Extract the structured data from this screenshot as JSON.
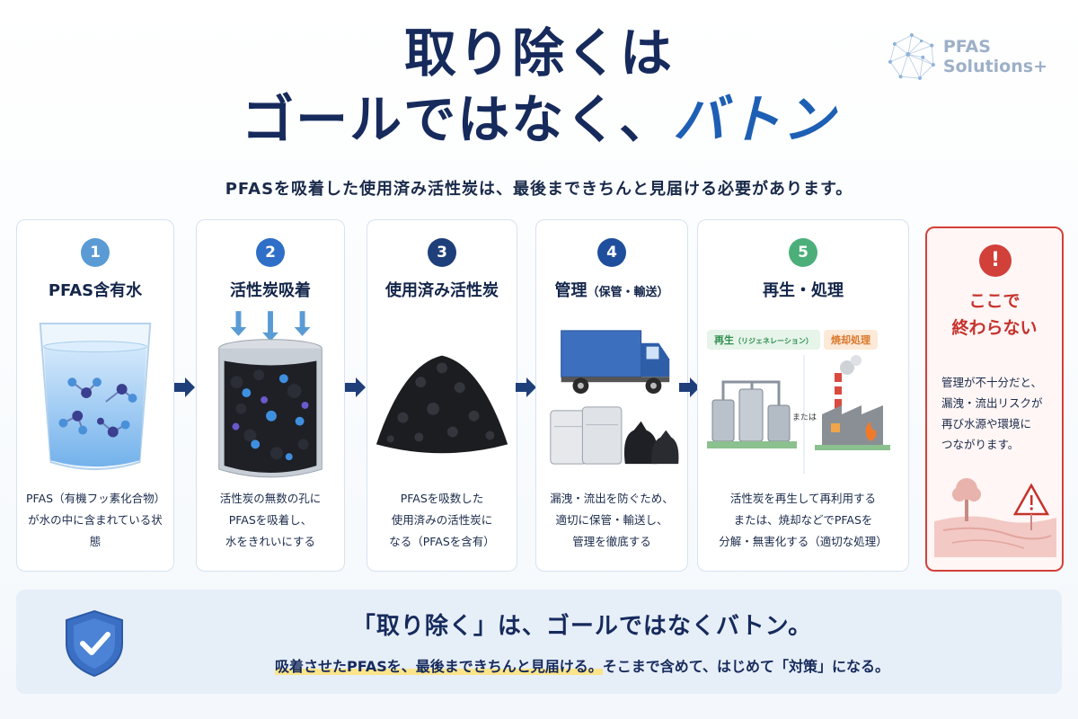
{
  "logo": {
    "line1": "PFAS",
    "line2": "Solutions+"
  },
  "title": {
    "line1": "取り除くは",
    "line2_main": "ゴールではなく、",
    "line2_accent": "バトン"
  },
  "subtitle": "PFASを吸着した使用済み活性炭は、最後まできちんと見届ける必要があります。",
  "steps": [
    {
      "number": "1",
      "title": "PFAS含有水",
      "color": "#5b9bd5",
      "desc": [
        "PFAS（有機フッ素化合物）",
        "が水の中に含まれている状態"
      ]
    },
    {
      "number": "2",
      "title": "活性炭吸着",
      "color": "#2f6fc7",
      "desc": [
        "活性炭の無数の孔に",
        "PFASを吸着し、",
        "水をきれいにする"
      ]
    },
    {
      "number": "3",
      "title": "使用済み活性炭",
      "color": "#1f3f7a",
      "desc": [
        "PFASを吸数した",
        "使用済みの活性炭に",
        "なる（PFASを含有）"
      ]
    },
    {
      "number": "4",
      "title": "管理",
      "title_sub": "（保管・輸送）",
      "color": "#1f4e9c",
      "desc": [
        "漏洩・流出を防ぐため、",
        "適切に保管・輸送し、",
        "管理を徹底する"
      ]
    },
    {
      "number": "5",
      "title": "再生・処理",
      "color": "#4caf7a",
      "desc": [
        "活性炭を再生して再利用する",
        "または、焼却などでPFASを",
        "分解・無害化する（適切な処理）"
      ],
      "tag_left": "再生",
      "tag_left_sub": "（リジェネレーション）",
      "tag_right": "焼却処理",
      "or_text": "または"
    }
  ],
  "warning": {
    "icon": "!",
    "title_line1": "ここで",
    "title_line2": "終わらない",
    "desc": [
      "管理が不十分だと、",
      "漏洩・流出リスクが",
      "再び水源や環境に",
      "つながります。"
    ]
  },
  "banner": {
    "title": "「取り除く」は、ゴールではなくバトン。",
    "text_highlight": "吸着させたPFASを、最後まできちんと見届ける。",
    "text_rest": "そこまで含めて、はじめて「対策」になる。"
  },
  "colors": {
    "navy": "#162a5c",
    "accent": "#1d5fb4",
    "warning": "#d2403a",
    "highlight": "#fbe48a"
  },
  "icons": [
    "arrow-right-icon",
    "shield-check-icon",
    "warning-icon",
    "alert-triangle-icon"
  ]
}
